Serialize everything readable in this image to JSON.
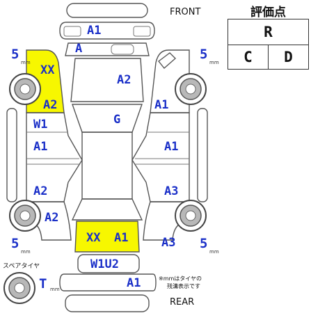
{
  "labels": {
    "front": "FRONT",
    "rear": "REAR",
    "spare_tire": "スペアタイヤ",
    "note_line1": "※mmはタイヤの",
    "note_line2": "残溝表示です"
  },
  "grade": {
    "title": "評価点",
    "overall": "R",
    "interior": "C",
    "exterior": "D"
  },
  "tires": {
    "front_left": {
      "value": "5",
      "unit": "mm"
    },
    "front_right": {
      "value": "5",
      "unit": "mm"
    },
    "rear_left": {
      "value": "5",
      "unit": "mm"
    },
    "rear_right": {
      "value": "5",
      "unit": "mm"
    },
    "spare": {
      "value": "T",
      "unit": "mm"
    }
  },
  "damage": {
    "front_bumper": "A1",
    "front_grille": "A",
    "hood": "A2",
    "left_fender_upper": "XX",
    "left_fender_lower": "A2",
    "right_fender": "A1",
    "roof": "G",
    "left_front_door_glass": "W1",
    "left_front_door": "A1",
    "right_front_door": "A1",
    "left_rear_door": "A2",
    "right_rear_door": "A3",
    "left_rear_quarter": "A2",
    "right_rear_quarter": "A3",
    "trunk_left": "XX",
    "trunk_right": "A1",
    "rear_glass": "W1U2",
    "rear_bumper": "A1"
  },
  "colors": {
    "highlight": "#f7f700",
    "code_blue": "#1a2fc8"
  }
}
